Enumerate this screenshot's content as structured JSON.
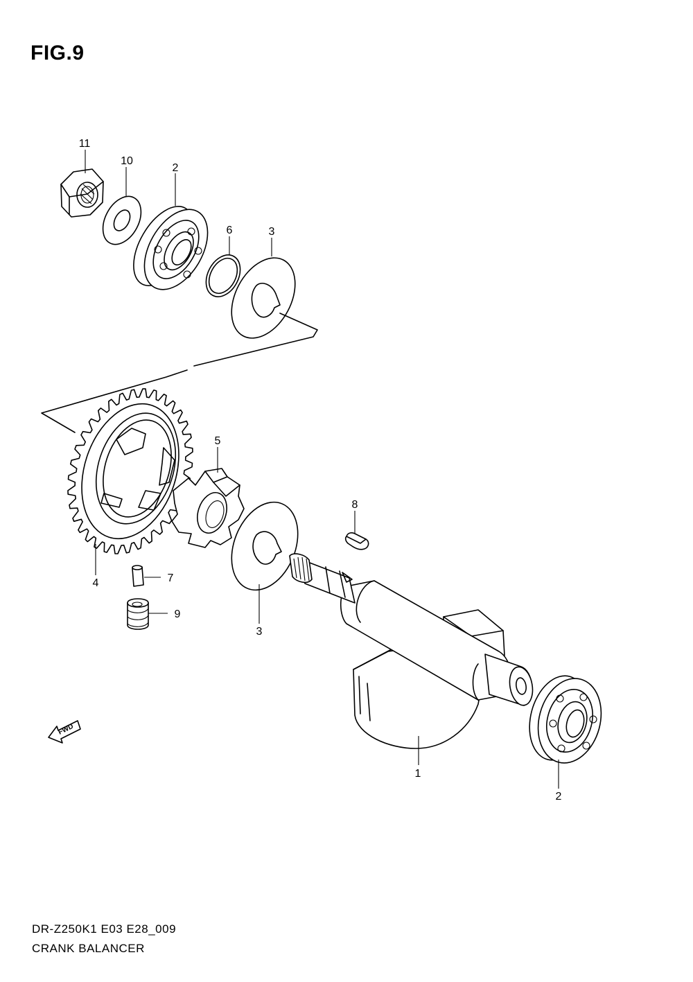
{
  "figure": {
    "title": "FIG.9",
    "model_code": "DR-Z250K1  E03  E28_009",
    "name": "CRANK BALANCER"
  },
  "fwd_label": "FWD",
  "callouts": [
    {
      "id": "11",
      "label": "11"
    },
    {
      "id": "10",
      "label": "10"
    },
    {
      "id": "2a",
      "label": "2"
    },
    {
      "id": "6",
      "label": "6"
    },
    {
      "id": "3a",
      "label": "3"
    },
    {
      "id": "5",
      "label": "5"
    },
    {
      "id": "8",
      "label": "8"
    },
    {
      "id": "4",
      "label": "4"
    },
    {
      "id": "7",
      "label": "7"
    },
    {
      "id": "9",
      "label": "9"
    },
    {
      "id": "3b",
      "label": "3"
    },
    {
      "id": "1",
      "label": "1"
    },
    {
      "id": "2b",
      "label": "2"
    }
  ]
}
